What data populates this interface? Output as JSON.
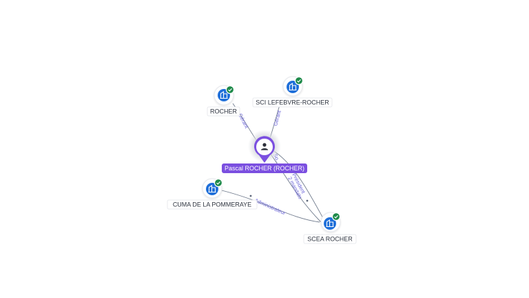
{
  "person": {
    "label": "Pascal ROCHER (ROCHER)",
    "icon": "person-icon",
    "color": "#7b4fe0"
  },
  "companies": [
    {
      "id": "rocher",
      "label": "ROCHER",
      "icon": "building-icon",
      "verified": true
    },
    {
      "id": "sci",
      "label": "SCI LEFEBVRE-ROCHER",
      "icon": "building-icon",
      "verified": true
    },
    {
      "id": "cuma",
      "label": "CUMA DE LA POMMERAYE",
      "icon": "building-icon",
      "verified": true
    },
    {
      "id": "scea",
      "label": "SCEA ROCHER",
      "icon": "building-icon",
      "verified": true
    }
  ],
  "edges": [
    {
      "id": "e-rocher",
      "label": "Gérant"
    },
    {
      "id": "e-sci",
      "label": "Gérant"
    },
    {
      "id": "e-scea-a",
      "label": "So..."
    },
    {
      "id": "e-scea-b",
      "label": "Président",
      "count": "2 mandats"
    },
    {
      "id": "e-cuma",
      "label": "Administrateur"
    }
  ],
  "colors": {
    "company": "#1f6fd9",
    "verified": "#1e8a4a",
    "edge_label": "#6a63d8"
  }
}
